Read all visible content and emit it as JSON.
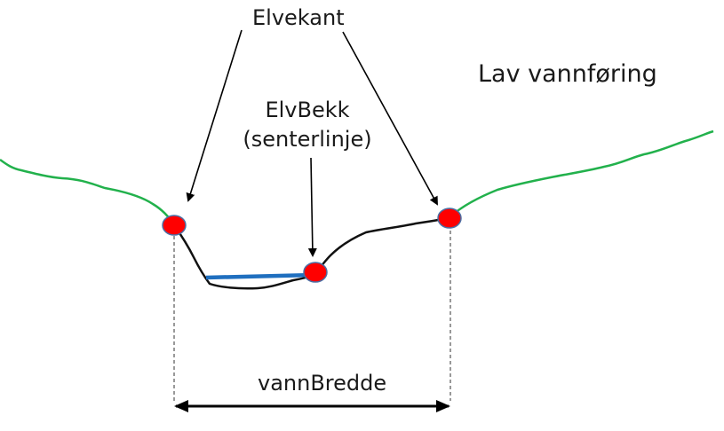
{
  "labels": {
    "elvekant": "Elvekant",
    "lav_vannforing": "Lav vannføring",
    "elvbekk_line1": "ElvBekk",
    "elvbekk_line2": "(senterlinje)",
    "vannbredde": "vannBredde"
  },
  "colors": {
    "terrain": "#22b14c",
    "riverbed": "#111111",
    "water": "#1f6fbf",
    "point_fill": "#ff0000",
    "point_stroke": "#4a6fa5",
    "arrow": "#000000"
  }
}
